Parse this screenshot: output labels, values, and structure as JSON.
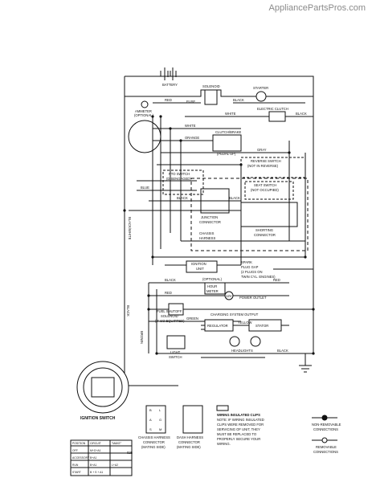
{
  "watermark": "AppliancePartsPros.com",
  "labels": {
    "battery": "BATTERY",
    "solenoid": "SOLENOID",
    "starter": "STARTER",
    "ammeter": "AMMETER",
    "optional": "(OPTIONAL)",
    "fuse": "FUSE",
    "electric_clutch": "ELECTRIC CLUTCH",
    "clutch_brake": "CLUTCH/BRAKE",
    "pedal_up": "(PEDAL UP)",
    "reverse_switch": "REVERSE SWITCH",
    "not_in_reverse": "(NOT IN REVERSE)",
    "pto_switch": "PTO SWITCH",
    "disengaged": "(DISENGAGED)",
    "seat_switch": "SEAT SWITCH",
    "not_occupied": "(NOT OCCUPIED)",
    "junction": "JUNCTION",
    "connector": "CONNECTOR",
    "shorting": "SHORTING",
    "chassis": "CHASSIS",
    "harness": "HARNESS",
    "ignition_unit": "IGNITION",
    "unit": "UNIT",
    "spark": "SPARK",
    "plug_gap": "PLUG GAP",
    "plugs_on": "(2 PLUGS ON",
    "twin_cyl": "TWIN CYL. ENGINES)",
    "optional2": "(OPTIONAL)",
    "hour": "HOUR",
    "meter": "METER",
    "twelve_v": "12V",
    "power_outlet": "POWER OUTLET",
    "fuel_shutoff": "FUEL SHUTOFF",
    "solenoid2": "SOLENOID",
    "if_so_equipped": "(IF SO EQUIPPED)",
    "regulator": "REGULATOR",
    "stator": "STATOR",
    "charging_system": "CHARGING SYSTEM OUTPUT",
    "light": "LIGHT",
    "switch": "SWITCH",
    "headlights": "HEADLIGHTS",
    "ignition_switch": "IGNITION SWITCH",
    "chassis_harness_connector": "CHASSIS HARNESS",
    "connector_word": "CONNECTOR",
    "mating_side": "(MATING SIDE)",
    "dash_harness": "DASH HARNESS",
    "wiring_insulated_clips": "WIRING INSULATED CLIPS",
    "note1": "NOTE: IF WIRING INSULATED",
    "note2": "CLIPS WERE REMOVED FOR",
    "note3": "SERVICING OF UNIT, THEY",
    "note4": "MUST BE REPLACED TO",
    "note5": "PROPERLY SECURE YOUR",
    "note6": "WIRING.",
    "non_removable": "NON-REMOVABLE",
    "connections": "CONNECTIONS",
    "removable": "REMOVABLE",
    "connections2": "CONNECTIONS",
    "black": "BLACK",
    "white": "WHITE",
    "red": "RED",
    "black_white": "BLACK/WHITE",
    "gray": "GRAY",
    "orange": "ORANGE",
    "blue": "BLUE",
    "green": "GREEN",
    "yellow": "YELLOW",
    "brown": "BROWN",
    "code": "025"
  },
  "ignition_table": {
    "headers": [
      "POSITION",
      "CIRCUIT",
      "\"MAKE\""
    ],
    "rows": [
      [
        "OFF",
        "M+G+A1"
      ],
      [
        "ACCESSORY",
        "B+A1"
      ],
      [
        "RUN",
        "B+A1",
        "L+A2"
      ],
      [
        "START",
        "B + S + A1"
      ]
    ]
  },
  "connector_letters": [
    "B",
    "L",
    "A",
    "G",
    "S",
    "M"
  ],
  "colors": {
    "line": "#111111",
    "watermark": "#8a8a8a"
  }
}
